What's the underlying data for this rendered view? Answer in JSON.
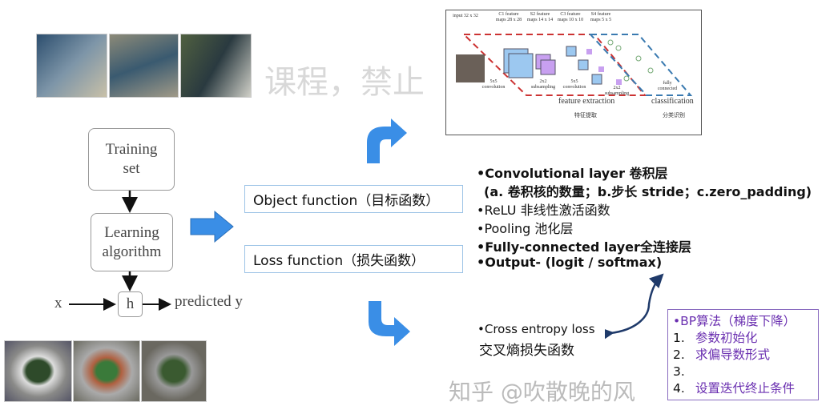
{
  "left_diagram": {
    "training": "Training set",
    "learning": "Learning algorithm",
    "h": "h",
    "x": "x",
    "predicted": "predicted y"
  },
  "functions": {
    "object": "Object function（目标函数）",
    "loss": "Loss function（损失函数）"
  },
  "cnn_figure": {
    "input": "input 32 x 32",
    "c1": "C1 feature maps 28 x 28",
    "s2": "S2 feature maps 14 x 14",
    "c3": "C3 feature maps 10 x 10",
    "s4": "S4 feature maps 5 x 5",
    "feature_extraction": "feature extraction",
    "classification": "classification",
    "feature_cn": "特征提取",
    "class_cn": "分类识别",
    "conv1": "5x5 convolution",
    "sub1": "2x2 subsampling",
    "conv2": "5x5 convolution",
    "sub2": "2x2 subsampling",
    "fc": "fully connected"
  },
  "layers": [
    "•Convolutional layer 卷积层",
    "(a. 卷积核的数量；b.步长 stride；c.zero_padding)",
    "•ReLU 非线性激活函数",
    "•Pooling 池化层",
    "•Fully-connected layer全连接层",
    "•Output- (logit / softmax)"
  ],
  "loss": {
    "line1": "•Cross entropy loss",
    "line2": "交叉熵损失函数"
  },
  "bp": {
    "title": "•BP算法（梯度下降）",
    "items": [
      {
        "n": "1.",
        "t": "参数初始化"
      },
      {
        "n": "2.",
        "t": "求偏导数形式"
      },
      {
        "n": "3.",
        "t": ""
      },
      {
        "n": "4.",
        "t": "设置迭代终止条件"
      }
    ]
  },
  "watermarks": {
    "course": "课程，禁止",
    "zhihu": "知乎 @吹散晚的风"
  },
  "colors": {
    "arrow": "#3a8ee6",
    "bp_border": "#8a6cc0",
    "bp_text": "#6a2fb0"
  }
}
